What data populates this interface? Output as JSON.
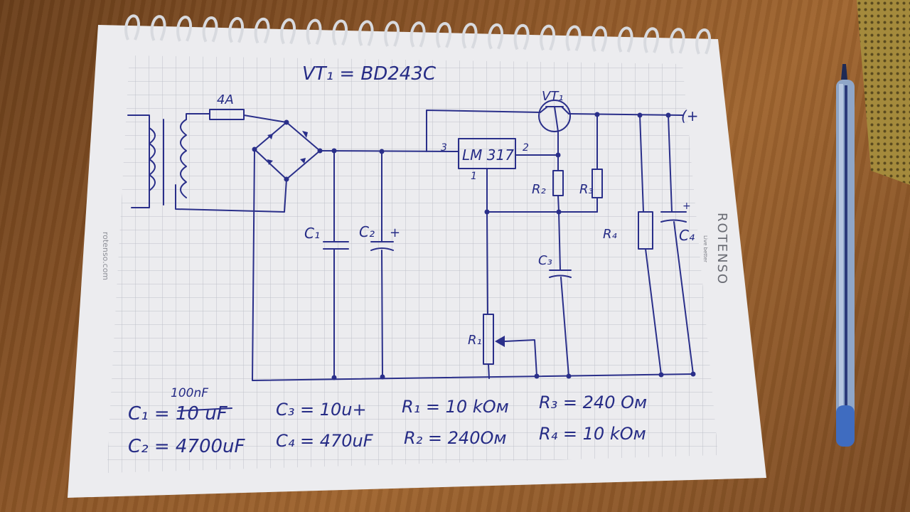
{
  "header": {
    "transistor_title": "VT₁ = BD243C"
  },
  "labels": {
    "fuse": "4A",
    "vt1": "VT₁",
    "regulator": "LM 317",
    "pin3": "3",
    "pin2": "2",
    "pin1": "1",
    "c1": "C₁",
    "c2": "C₂",
    "c2_plus": "+",
    "c3": "C₃",
    "c4": "C₄",
    "c4_plus": "+",
    "r1": "R₁",
    "r2": "R₂",
    "r3": "R₃",
    "r4": "R₄",
    "out_plus": "(+"
  },
  "values": [
    {
      "name": "C₁",
      "text": "C₁ = 10 uF",
      "correction": "100nF"
    },
    {
      "name": "C₂",
      "text": "C₂ = 4700uF"
    },
    {
      "name": "C₃",
      "text": "C₃ = 10u+"
    },
    {
      "name": "C₄",
      "text": "C₄ = 470uF"
    },
    {
      "name": "R₁",
      "text": "R₁ = 10 kOм"
    },
    {
      "name": "R₂",
      "text": "R₂ = 240Oм"
    },
    {
      "name": "R₃",
      "text": "R₃ = 240 Oм"
    },
    {
      "name": "R₄",
      "text": "R₄ = 10 kOм"
    }
  ],
  "brand": {
    "vertical_left": "rotenso.com",
    "logo": "ROTENSO",
    "tagline": "Live better"
  },
  "colors": {
    "ink": "#2a2f8a",
    "paper": "#ececef",
    "grid": "#b9bcc4",
    "desk": "#8a5426"
  }
}
